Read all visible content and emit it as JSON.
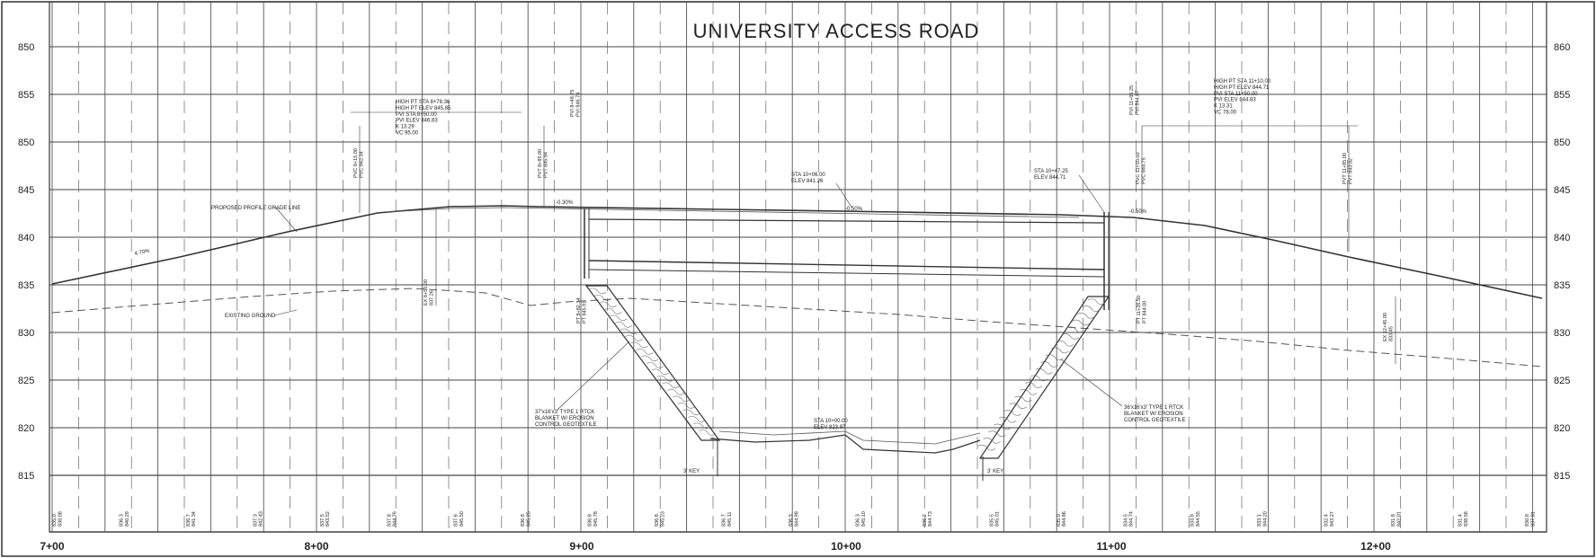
{
  "title": "UNIVERSITY ACCESS ROAD",
  "elevations_left": [
    "850",
    "855",
    "850",
    "845",
    "840",
    "835",
    "830",
    "825",
    "820",
    "815"
  ],
  "elevations_right": [
    "860",
    "855",
    "850",
    "845",
    "840",
    "835",
    "830",
    "825",
    "820",
    "815"
  ],
  "stations": [
    "7+00",
    "8+00",
    "9+00",
    "10+00",
    "11+00",
    "12+00"
  ],
  "annotations": {
    "proposed_profile": "PROPOSED PROFILE GRADE LINE",
    "existing_ground": "EXISTING GROUND",
    "grade_left": "4.70%",
    "grade_crest": "-0.30%",
    "grade_mid": "-0.50%",
    "grade_right": "-0.50%",
    "vc_left": "HIGH PT STA 8+78.36\nHIGH PT ELEV 845.85\nPVI STA 8+50.00\nPVI ELEV 846.83\nK 13.29\nVC 95.00",
    "vc_right": "HIGH PT STA 11+10.00\nHIGH PT ELEV 844.71\nPVI STA 11+50.00\nPVI ELEV 844.83\nK 13.31\nVC 78.00",
    "sta_mid": "STA 10+06.00\nELEV 841.26",
    "sta_right": "STA 10+47.25\nELEV 844.71",
    "sta_bottom": "STA 10+00.00\nELEV 823.97",
    "riprap_left": "37'x16'x3' TYPE 1 RTCK\nBLANKET W/ EROSION\nCONTROL GEOTEXTILE",
    "riprap_right": "36'x16'x3' TYPE 1 RTCK\nBLANKET W/ EROSION\nCONTROL GEOTEXTILE",
    "key_left": "3' KEY",
    "key_right": "3' KEY",
    "pvc_left": "PVC 8+15.00\nPVC 842.34",
    "pvt_left": "PVT 8+85.00\nPVT 845.84",
    "pt_left": "PT 8+82.34\nPT 845.91",
    "pvc_right": "PVC 11+10.00\nPVC 844.75",
    "pvt_right": "PVT 11+85.00\nPVT 843.82",
    "pt_right": "PT 11+26.50\nPT 844.00",
    "pvi_left": "PVI 8+48.75\nPVI 846.74",
    "pvi_right": "PVI 11+05.25\nPVI 844.87",
    "ex_left": "EX 8+50.00\n837.26",
    "ex_right": "EX 12+45.00\n833.45"
  },
  "bottom_values": [
    "835.0\n838.08",
    "836.3\n840.29",
    "836.7\n841.34",
    "837.3\n842.43",
    "837.5\n843.52",
    "837.8\n844.76",
    "837.6\n845.50",
    "836.8\n845.25",
    "836.8\n845.78",
    "836.8\n845.23",
    "836.7\n845.11",
    "836.5\n844.98",
    "836.3\n845.10",
    "836.2\n844.73",
    "835.5\n845.01",
    "835.0\n844.86",
    "834.5\n844.74",
    "833.8\n844.55",
    "833.1\n844.20",
    "832.4\n843.27",
    "831.8\n842.01",
    "831.4\n838.56",
    "830.8\n837.81"
  ],
  "colors": {
    "line": "#333333",
    "grid": "#444444",
    "dashed": "#555555",
    "paper": "#ffffff"
  }
}
